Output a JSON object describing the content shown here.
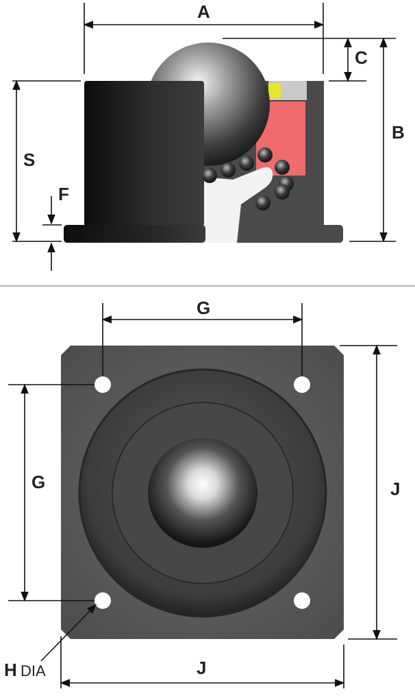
{
  "labels": {
    "A": "A",
    "B": "B",
    "C": "C",
    "S": "S",
    "F": "F",
    "G_top": "G",
    "G_left": "G",
    "J_right": "J",
    "J_bottom": "J",
    "H": "H",
    "dia": "DIA"
  },
  "colors": {
    "body_dark": "#1e1e1e",
    "body_mid": "#4e4e4e",
    "plate": "#555555",
    "cutaway_red": "#f06b6b",
    "cutaway_yellow": "#e6e62a",
    "cutaway_white": "#f2f2f2",
    "separator": "#9a9a9a"
  }
}
